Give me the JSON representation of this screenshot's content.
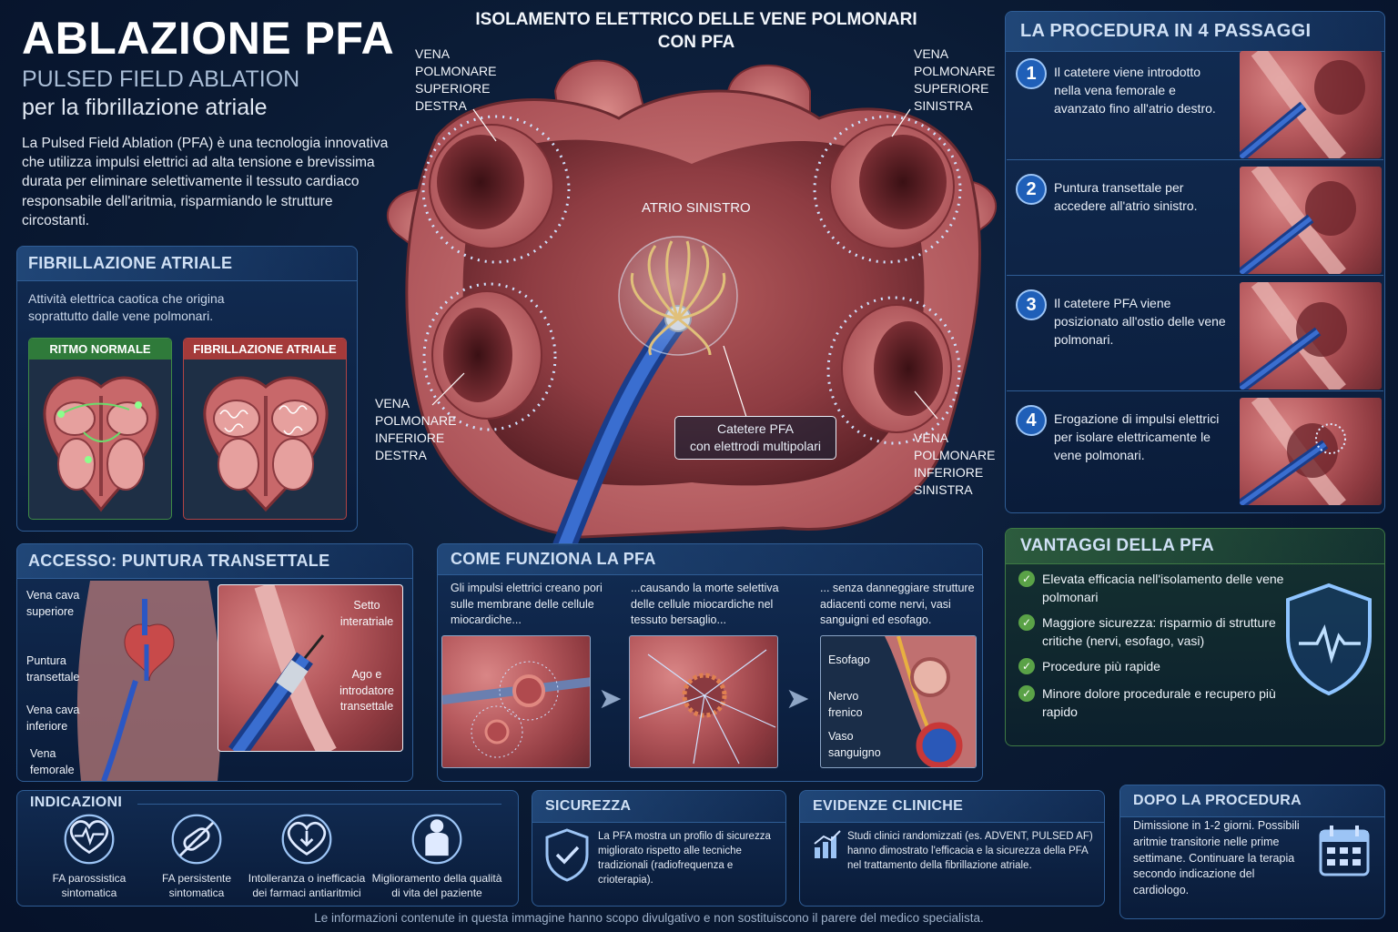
{
  "header": {
    "title": "ABLAZIONE PFA",
    "subtitle1": "PULSED FIELD ABLATION",
    "subtitle2": "per la fibrillazione atriale",
    "intro": "La Pulsed Field Ablation (PFA) è una tecnologia innovativa che utilizza impulsi elettrici ad alta tensione e brevissima durata per eliminare selettivamente il tessuto cardiaco responsabile dell'aritmia, risparmiando le strutture circostanti."
  },
  "fa_panel": {
    "title": "FIBRILLAZIONE ATRIALE",
    "desc": "Attività elettrica caotica che origina soprattutto dalle vene polmonari.",
    "normal_label": "RITMO NORMALE",
    "fa_label": "FIBRILLAZIONE ATRIALE"
  },
  "center": {
    "title_line1": "ISOLAMENTO ELETTRICO DELLE VENE POLMONARI",
    "title_line2": "CON PFA",
    "atrium_label": "ATRIO SINISTRO",
    "vein_sup_dx": [
      "VENA",
      "POLMONARE",
      "SUPERIORE",
      "DESTRA"
    ],
    "vein_sup_sx": [
      "VENA",
      "POLMONARE",
      "SUPERIORE",
      "SINISTRA"
    ],
    "vein_inf_dx": [
      "VENA",
      "POLMONARE",
      "INFERIORE",
      "DESTRA"
    ],
    "vein_inf_sx": [
      "VENA",
      "POLMONARE",
      "INFERIORE",
      "SINISTRA"
    ],
    "catheter_label1": "Catetere PFA",
    "catheter_label2": "con elettrodi multipolari"
  },
  "procedure": {
    "title": "LA PROCEDURA IN 4 PASSAGGI",
    "steps": [
      {
        "num": "1",
        "text": "Il catetere viene introdotto nella vena femorale e avanzato fino all'atrio destro."
      },
      {
        "num": "2",
        "text": "Puntura transettale per accedere all'atrio sinistro."
      },
      {
        "num": "3",
        "text": "Il catetere PFA viene posizionato all'ostio delle vene polmonari."
      },
      {
        "num": "4",
        "text": "Erogazione di impulsi elettrici per isolare elettricamente le vene polmonari."
      }
    ]
  },
  "access": {
    "title": "ACCESSO: PUNTURA TRANSETTALE",
    "labels": [
      "Vena cava superiore",
      "Puntura transettale",
      "Vena cava inferiore",
      "Vena femorale"
    ],
    "zoom_labels": [
      "Setto interatriale",
      "Ago e introdatore transettale"
    ]
  },
  "how": {
    "title": "COME FUNZIONA LA PFA",
    "captions": [
      "Gli impulsi elettrici creano pori sulle membrane delle cellule miocardiche...",
      "...causando la morte selettiva delle cellule miocardiche nel tessuto bersaglio...",
      "... senza danneggiare strutture adiacenti come nervi, vasi sanguigni ed esofago."
    ],
    "structures": [
      "Esofago",
      "Nervo frenico",
      "Vaso sanguigno"
    ]
  },
  "advantages": {
    "title": "VANTAGGI DELLA PFA",
    "items": [
      "Elevata efficacia nell'isolamento delle vene polmonari",
      "Maggiore sicurezza: risparmio di strutture critiche (nervi, esofago, vasi)",
      "Procedure più rapide",
      "Minore dolore procedurale e recupero più rapido"
    ]
  },
  "indications": {
    "title": "INDICAZIONI",
    "items": [
      {
        "icon": "heart-ecg-icon",
        "text": "FA parossistica sintomatica"
      },
      {
        "icon": "pill-blocked-icon",
        "text": "FA persistente sintomatica"
      },
      {
        "icon": "heart-down-icon",
        "text": "Intolleranza o inefficacia dei farmaci antiaritmici"
      },
      {
        "icon": "person-icon",
        "text": "Miglioramento della qualità di vita del paziente"
      }
    ]
  },
  "safety": {
    "title": "SICUREZZA",
    "text": "La PFA mostra un profilo di sicurezza migliorato rispetto alle tecniche tradizionali (radiofrequenza e crioterapia)."
  },
  "evidence": {
    "title": "EVIDENZE CLINICHE",
    "text": "Studi clinici randomizzati (es. ADVENT, PULSED AF) hanno dimostrato l'efficacia e la sicurezza della PFA nel trattamento della fibrillazione atriale."
  },
  "after": {
    "title": "DOPO LA PROCEDURA",
    "text": "Dimissione in 1-2 giorni. Possibili aritmie transitorie nelle prime settimane. Continuare la terapia secondo indicazione del cardiologo."
  },
  "footer": {
    "disclaimer": "Le informazioni contenute in questa immagine hanno scopo divulgativo e non sostituiscono il parere del medico specialista."
  },
  "colors": {
    "accent_blue": "#2f5d95",
    "badge_blue": "#1f5fb8",
    "green": "#5aa247",
    "normal_green": "#2f7a3a",
    "fa_red": "#a43a3a",
    "tissue": "#b75a5e"
  }
}
